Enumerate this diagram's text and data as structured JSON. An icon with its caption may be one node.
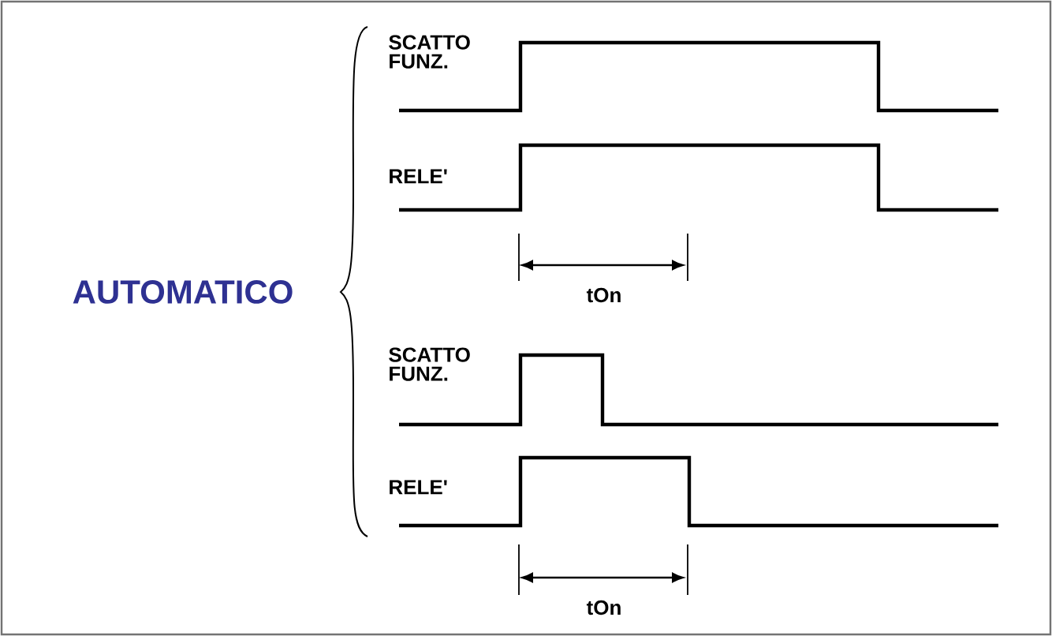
{
  "diagram": {
    "labels": [
      "SCATTO FUNZ.",
      "RELE'",
      "AUTOMATICO",
      "tOn",
      "SCATTO FUNZ.",
      "RELE'",
      "tOn"
    ]
  }
}
